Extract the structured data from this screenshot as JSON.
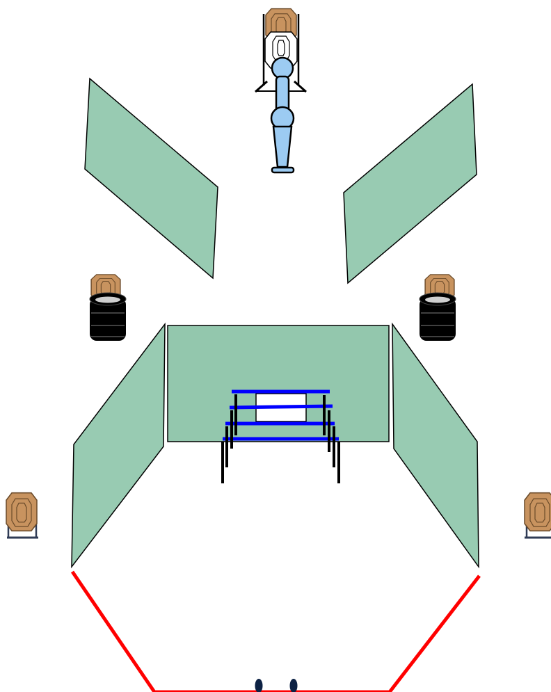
{
  "diagram": {
    "kind": "shooting-stage-layout",
    "colors": {
      "wall_fill": "#98cbb2",
      "wall_fill_center": "#93c7ad",
      "wall_stroke": "#000000",
      "fault_line": "#ff0000",
      "port_blue": "#0000ff",
      "target_tan": "#c8935f",
      "target_outline": "#6b4b2a",
      "no_shoot_white": "#ffffff",
      "barrel_black": "#000000",
      "barrel_ring": "#cfcfcf",
      "figure_blue": "#9ccbf2",
      "foot_marker": "#0d2244"
    },
    "elements": {
      "targets_paper": 5,
      "no_shoot_targets": 1,
      "barrels": 2,
      "side_walls": 4,
      "window_port_wall": 1,
      "shooter_start_markers": 2
    }
  }
}
